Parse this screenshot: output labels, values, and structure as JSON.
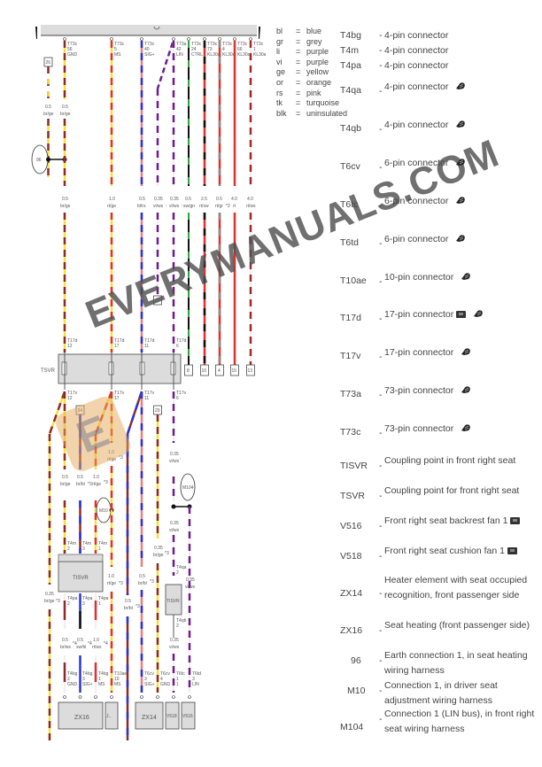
{
  "legend": {
    "items": [
      {
        "code": "bl",
        "color": "blue"
      },
      {
        "code": "gr",
        "color": "grey"
      },
      {
        "code": "li",
        "color": "purple"
      },
      {
        "code": "vi",
        "color": "purple"
      },
      {
        "code": "ge",
        "color": "yellow"
      },
      {
        "code": "or",
        "color": "orange"
      },
      {
        "code": "rs",
        "color": "pink"
      },
      {
        "code": "tk",
        "color": "turquoise"
      },
      {
        "code": "blk",
        "color": "uninsulated"
      }
    ],
    "equals": "="
  },
  "components": [
    {
      "code": "T4bg",
      "desc": "4-pin connector",
      "icons": []
    },
    {
      "code": "T4m",
      "desc": "4-pin connector",
      "icons": []
    },
    {
      "code": "T4pa",
      "desc": "4-pin connector",
      "icons": []
    },
    {
      "code": "T4qa",
      "desc": "4-pin connector",
      "icons": [
        "connector"
      ]
    },
    {
      "code": "T4qb",
      "desc": "4-pin connector",
      "icons": [
        "connector"
      ]
    },
    {
      "code": "T6cv",
      "desc": "6-pin connector",
      "icons": [
        "connector"
      ]
    },
    {
      "code": "T6tc",
      "desc": "6-pin connector",
      "icons": [
        "connector"
      ]
    },
    {
      "code": "T6td",
      "desc": "6-pin connector",
      "icons": [
        "connector"
      ]
    },
    {
      "code": "T10ae",
      "desc": "10-pin connector",
      "icons": [
        "connector"
      ]
    },
    {
      "code": "T17d",
      "desc": "17-pin connector",
      "icons": [
        "box",
        "connector"
      ]
    },
    {
      "code": "T17v",
      "desc": "17-pin connector",
      "icons": [
        "connector"
      ]
    },
    {
      "code": "T73a",
      "desc": "73-pin connector",
      "icons": [
        "connector"
      ]
    },
    {
      "code": "T73c",
      "desc": "73-pin connector",
      "icons": [
        "connector"
      ]
    },
    {
      "code": "TISVR",
      "desc": "Coupling point in front right seat",
      "icons": []
    },
    {
      "code": "TSVR",
      "desc": "Coupling point for front right seat",
      "icons": []
    },
    {
      "code": "V516",
      "desc": "Front right seat backrest fan 1",
      "icons": [
        "box"
      ]
    },
    {
      "code": "V518",
      "desc": "Front right seat cushion fan 1",
      "icons": [
        "box"
      ]
    },
    {
      "code": "ZX14",
      "desc": "Heater element with seat occupied recognition, front passenger side",
      "icons": []
    },
    {
      "code": "ZX16",
      "desc": "Seat heating (front passenger side)",
      "icons": []
    },
    {
      "code": "96",
      "desc": "Earth connection 1, in seat heating wiring harness",
      "icons": []
    },
    {
      "code": "M10",
      "desc": "Connection 1, in driver seat adjustment wiring harness",
      "icons": []
    },
    {
      "code": "M104",
      "desc": "Connection 1 (LIN bus), in front right seat wiring harness",
      "icons": []
    }
  ],
  "dash": "-",
  "diagram": {
    "top_connector_labels": [
      {
        "conn": "T73c",
        "pin": "56",
        "sig": "GND"
      },
      {
        "conn": "T73c",
        "pin": "5",
        "sig": "MS"
      },
      {
        "conn": "T73c",
        "pin": "40",
        "sig": "SIG+"
      },
      {
        "conn": "T73a",
        "pin": "42",
        "sig": "LIN"
      },
      {
        "conn": "T73c",
        "pin": "24",
        "sig": "CTRL"
      },
      {
        "conn": "T73c",
        "pin": "73",
        "sig": "KL30a"
      },
      {
        "conn": "T73c",
        "pin": "4",
        "sig": "KL30a"
      },
      {
        "conn": "T73c",
        "pin": "66",
        "sig": "KL30a"
      },
      {
        "conn": "T73c",
        "pin": "1",
        "sig": "KL30a"
      }
    ],
    "wire_specs_top": [
      {
        "size": "0.5",
        "color": "br/ge"
      },
      {
        "size": "0.5",
        "color": "br/ge"
      }
    ],
    "wire_specs_mid": [
      {
        "size": "0.5",
        "color": "br/ge"
      },
      {
        "size": "1.0",
        "color": "rt/ge"
      },
      {
        "size": "0.5",
        "color": "bl/rs"
      },
      {
        "size": "0.35",
        "color": "vi/ws"
      },
      {
        "size": "0.35",
        "color": "vi/ws"
      },
      {
        "size": "0.5",
        "color": "sw/gn"
      },
      {
        "size": "2.5",
        "color": "rt/sw"
      },
      {
        "size": "0.5",
        "color": "rt/gr"
      },
      {
        "size": "4.0",
        "color": "rt"
      },
      {
        "size": "4.0",
        "color": "rt/ws"
      }
    ],
    "ground_label": "96",
    "box_labels": [
      "26",
      "27",
      "34",
      "29"
    ],
    "tsvr_label": "TSVR",
    "tisvr_label": "TISVR",
    "tsvr_pin_refs": [
      {
        "conn": "T17d",
        "pin": "12"
      },
      {
        "conn": "T17d",
        "pin": "17"
      },
      {
        "conn": "T17d",
        "pin": "11"
      },
      {
        "conn": "T17d",
        "pin": "6"
      }
    ],
    "tsvr_lower_refs": [
      {
        "conn": "T17v",
        "pin": "12"
      },
      {
        "conn": "T17v",
        "pin": "17"
      },
      {
        "conn": "T17v",
        "pin": "11"
      },
      {
        "conn": "T17v",
        "pin": "6"
      }
    ],
    "tsvr_side_refs": [
      "8",
      "10",
      "4",
      "15",
      "13"
    ],
    "m10_label": "M10",
    "m104_label": "M104",
    "bottom_components": [
      "ZX16",
      "J..",
      "ZX14",
      "V518",
      "V516"
    ],
    "star_note": "*3"
  },
  "watermark": "EVERYMANUALS.COM",
  "colors": {
    "brown": "#8b2a2a",
    "yellow": "#f5e03a",
    "red": "#e03030",
    "blue": "#2a35d8",
    "purple": "#6a1f8a",
    "white": "#f3eef3",
    "green": "#2aa83a",
    "black": "#111111",
    "grey": "#888888",
    "pink": "#e78080",
    "panel": "#dcdcdc"
  }
}
